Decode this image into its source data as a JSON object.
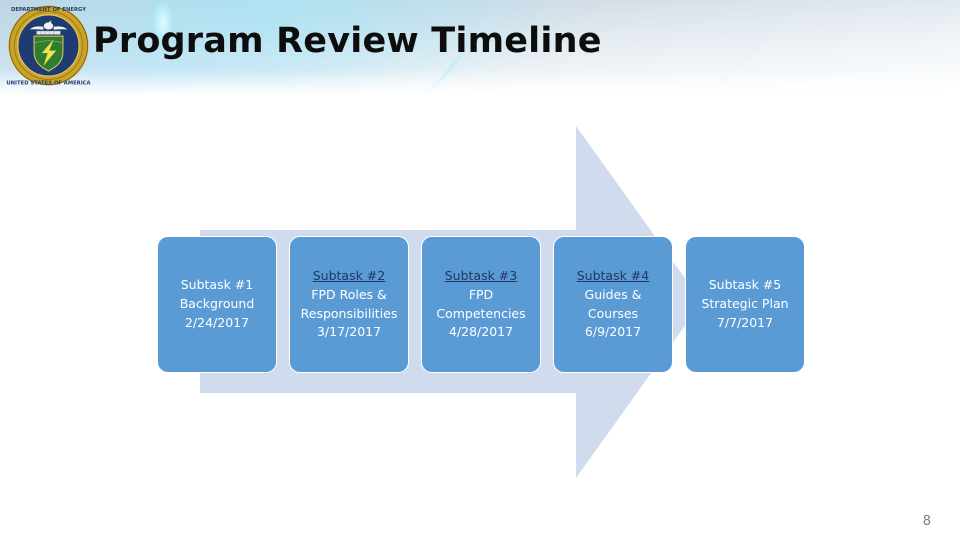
{
  "slide": {
    "title": "Program Review Timeline",
    "page_number": "8",
    "logo_name": "us-department-of-energy-seal",
    "logo_text_outer": "DEPARTMENT OF ENERGY",
    "logo_text_inner": "UNITED STATES OF AMERICA"
  },
  "colors": {
    "box_blue": "#5B9BD5",
    "arrow_fill": "#D0DCEE",
    "title_text": "#0D0D0D",
    "step_title_link": "#1F3864",
    "step_text": "#FFFFFF",
    "page_number": "#808080",
    "seal_ring": "#C9A227",
    "seal_field": "#1F3B73",
    "seal_shield": "#2E7D32"
  },
  "timeline": {
    "arrow_name": "right-pointing-process-arrow",
    "steps": [
      {
        "id": "step-1",
        "title": "Subtask #1",
        "title_underlined": false,
        "desc": "Background",
        "date": "2/24/2017"
      },
      {
        "id": "step-2",
        "title": "Subtask #2",
        "title_underlined": true,
        "desc": "FPD Roles &\nResponsibilities",
        "desc_line1": "FPD Roles &",
        "desc_line2": "Responsibilities",
        "date": "3/17/2017"
      },
      {
        "id": "step-3",
        "title": "Subtask #3",
        "title_underlined": true,
        "desc_line1": "FPD",
        "desc_line2": "Competencies",
        "date": "4/28/2017"
      },
      {
        "id": "step-4",
        "title": "Subtask #4",
        "title_underlined": true,
        "desc_line1": "Guides &",
        "desc_line2": "Courses",
        "date": "6/9/2017"
      },
      {
        "id": "step-5",
        "title": "Subtask #5",
        "title_underlined": false,
        "desc": "Strategic Plan",
        "date": "7/7/2017"
      }
    ]
  }
}
